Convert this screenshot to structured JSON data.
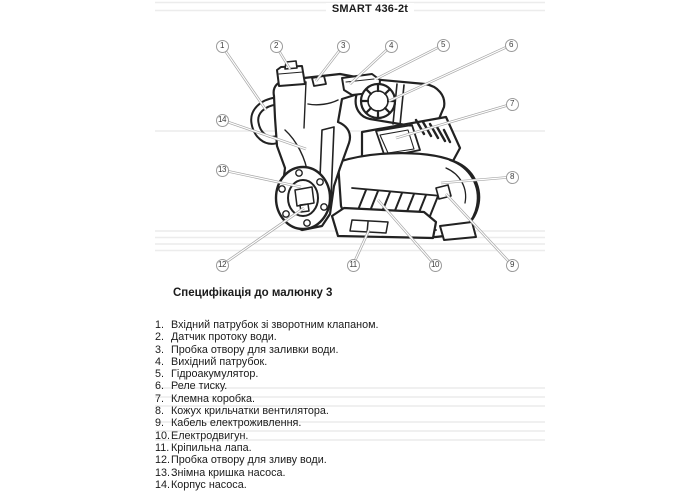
{
  "page": {
    "title": "SMART 436-2t"
  },
  "diagram": {
    "description": "line drawing of SMART 436-2t booster pump with numbered callouts",
    "callouts": [
      {
        "label": "1"
      },
      {
        "label": "2"
      },
      {
        "label": "3"
      },
      {
        "label": "4"
      },
      {
        "label": "5"
      },
      {
        "label": "6"
      },
      {
        "label": "7"
      },
      {
        "label": "8"
      },
      {
        "label": "9"
      },
      {
        "label": "10"
      },
      {
        "label": "11"
      },
      {
        "label": "12"
      },
      {
        "label": "13"
      },
      {
        "label": "14"
      }
    ]
  },
  "spec": {
    "heading": "Специфікація до малюнку 3",
    "items": [
      {
        "num": "1.",
        "text": "Вхідний патрубок зі зворотним клапаном."
      },
      {
        "num": "2.",
        "text": "Датчик протоку води."
      },
      {
        "num": "3.",
        "text": "Пробка отвору для заливки води."
      },
      {
        "num": "4.",
        "text": "Вихідний патрубок."
      },
      {
        "num": "5.",
        "text": "Гідроакумулятор."
      },
      {
        "num": "6.",
        "text": "Реле тиску."
      },
      {
        "num": "7.",
        "text": "Клемна коробка."
      },
      {
        "num": "8.",
        "text": "Кожух крильчатки вентилятора."
      },
      {
        "num": "9.",
        "text": "Кабель електроживлення."
      },
      {
        "num": "10.",
        "text": "Електродвигун."
      },
      {
        "num": "11.",
        "text": "Кріпильна лапа."
      },
      {
        "num": "12.",
        "text": "Пробка отвору для зливу води."
      },
      {
        "num": "13.",
        "text": "Знімна кришка насоса."
      },
      {
        "num": "14.",
        "text": "Корпус насоса."
      }
    ]
  },
  "colors": {
    "ink": "#222222",
    "leader_gray": "#a6a6a6",
    "ruling_gray": "#ececec",
    "text": "#1b1b1b"
  }
}
